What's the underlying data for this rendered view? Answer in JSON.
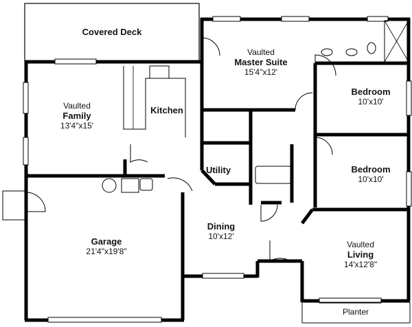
{
  "plan": {
    "rooms": [
      {
        "id": "covered-deck",
        "name": "Covered Deck",
        "prefix": "",
        "dims": ""
      },
      {
        "id": "family",
        "name": "Family",
        "prefix": "Vaulted",
        "dims": "13'4\"x15'"
      },
      {
        "id": "kitchen",
        "name": "Kitchen",
        "prefix": "",
        "dims": ""
      },
      {
        "id": "master-suite",
        "name": "Master Suite",
        "prefix": "Vaulted",
        "dims": "15'4\"x12'"
      },
      {
        "id": "bedroom-1",
        "name": "Bedroom",
        "prefix": "",
        "dims": "10'x10'"
      },
      {
        "id": "bedroom-2",
        "name": "Bedroom",
        "prefix": "",
        "dims": "10'x10'"
      },
      {
        "id": "utility",
        "name": "Utility",
        "prefix": "",
        "dims": ""
      },
      {
        "id": "garage",
        "name": "Garage",
        "prefix": "",
        "dims": "21'4\"x19'8\""
      },
      {
        "id": "dining",
        "name": "Dining",
        "prefix": "",
        "dims": "10'x12'"
      },
      {
        "id": "living",
        "name": "Living",
        "prefix": "Vaulted",
        "dims": "14'x12'8\""
      },
      {
        "id": "planter",
        "name": "Planter",
        "prefix": "",
        "dims": ""
      }
    ],
    "colors": {
      "line": "#000000",
      "background": "#ffffff"
    }
  }
}
